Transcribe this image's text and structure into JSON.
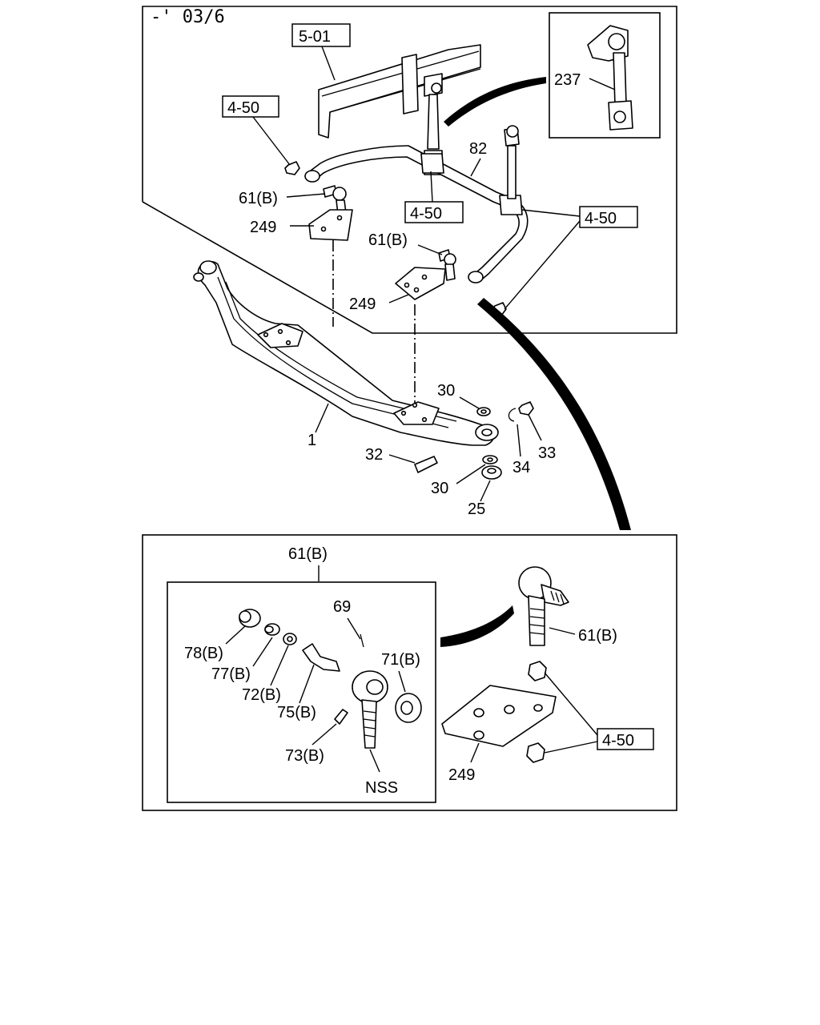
{
  "diagram": {
    "date_code": "-' 03/6",
    "refs": {
      "ref_501": "5-01",
      "ref_450_left": "4-50",
      "ref_450_center": "4-50",
      "ref_450_right": "4-50",
      "ref_450_detail": "4-50"
    },
    "callouts": {
      "c237": "237",
      "c82": "82",
      "c61b_upper_left": "61(B)",
      "c249_upper_left": "249",
      "c61b_upper_mid": "61(B)",
      "c249_upper_mid": "249",
      "c30_top": "30",
      "c1": "1",
      "c32": "32",
      "c34": "34",
      "c33": "33",
      "c30_bottom": "30",
      "c25": "25",
      "c61b_detail_title": "61(B)",
      "c69": "69",
      "c78b": "78(B)",
      "c77b": "77(B)",
      "c72b": "72(B)",
      "c71b": "71(B)",
      "c75b": "75(B)",
      "c73b": "73(B)",
      "nss": "NSS",
      "c61b_detail_right": "61(B)",
      "c249_detail": "249"
    }
  }
}
